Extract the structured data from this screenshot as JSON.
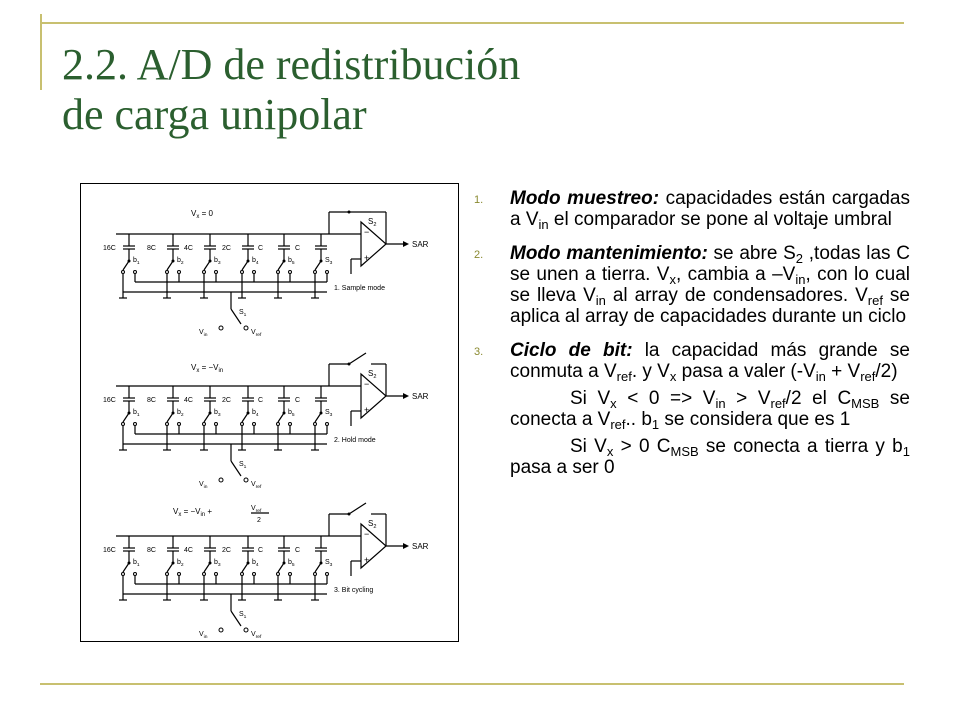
{
  "title": {
    "line1": "2.2. A/D de redistribución",
    "line2": "de carga unipolar"
  },
  "figure": {
    "top": {
      "vx": "V",
      "vx_sub": "x",
      "vx_rest": " = 0",
      "mode": "1. Sample mode"
    },
    "mid": {
      "vx": "V",
      "vx_sub": "x",
      "vx_rest": " = −V",
      "vx_sub2": "in",
      "mode": "2. Hold mode"
    },
    "bot": {
      "vx": "V",
      "vx_sub": "x",
      "vx_rest": " = −V",
      "vx_sub2": "in",
      "vx_plus": " + ",
      "frac_num": "V",
      "frac_num_sub": "ref",
      "frac_den": "2",
      "mode": "3. Bit cycling"
    },
    "caps": [
      "16C",
      "8C",
      "4C",
      "2C",
      "C",
      "C"
    ],
    "bits": [
      "b",
      "b",
      "b",
      "b",
      "b"
    ],
    "bit_subs": [
      "1",
      "2",
      "3",
      "4",
      "5"
    ],
    "s1": "S",
    "s1_sub": "1",
    "s2": "S",
    "s2_sub": "2",
    "s3": "S",
    "s3_sub": "3",
    "sar": "SAR",
    "vin": "V",
    "vin_sub": "in",
    "vref": "V",
    "vref_sub": "ref"
  },
  "items": [
    {
      "num": "1.",
      "term": "Modo muestreo:",
      "t1": " capacidades están cargadas a V",
      "s1": "in",
      "t2": " el comparador se pone al voltaje umbral"
    },
    {
      "num": "2.",
      "term": "Modo mantenimiento:",
      "t1": " se abre S",
      "s1": "2",
      "t2": " ,todas las C se unen a tierra. V",
      "s2": "x",
      "t3": ", cambia a –V",
      "s3": "in",
      "t4": ", con lo cual se lleva V",
      "s4": "in",
      "t5": " al array de condensadores. V",
      "s5": "ref",
      "t6": " se aplica al array de capacidades durante un ciclo"
    },
    {
      "num": "3.",
      "term": "Ciclo de bit:",
      "t1": " la capacidad más grande se conmuta a V",
      "s1": "ref",
      "t2": ". y V",
      "s2": "x",
      "t3": " pasa  a valer (-V",
      "s3": "in",
      "t4": " + V",
      "s4": "ref",
      "t5": "/2)",
      "p2": {
        "t1": "Si V",
        "s1": "x",
        "t2": " < 0 => V",
        "s2": "in",
        "t3": " > V",
        "s3": "ref",
        "t4": "/2  el C",
        "s4": "MSB",
        "t5": " se conecta a V",
        "s5": "ref",
        "t6": "..  b",
        "s6": "1",
        "t7": " se considera que es 1"
      },
      "p3": {
        "t1": "Si V",
        "s1": "x",
        "t2": " > 0  C",
        "s2": "MSB",
        "t3": " se conecta a tierra y b",
        "s3": "1",
        "t4": " pasa a ser 0"
      }
    }
  ]
}
